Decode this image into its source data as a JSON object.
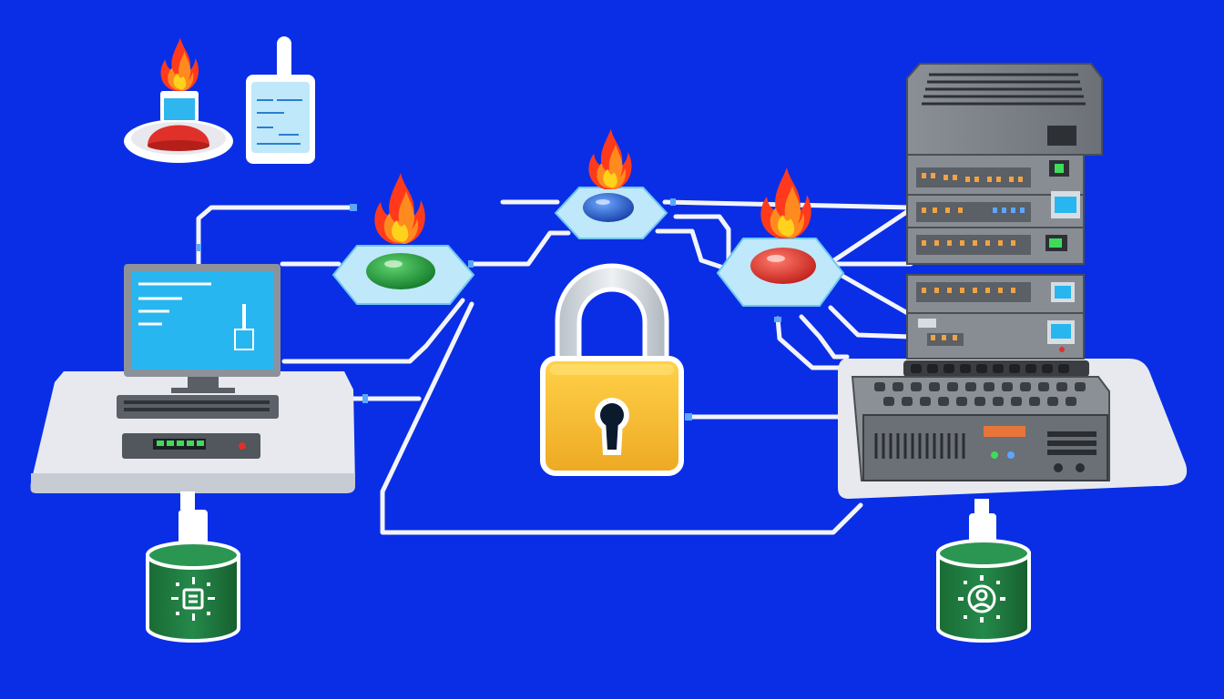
{
  "diagram": {
    "background_color": "#0a2ee6",
    "cable_color": "#f2f4fa",
    "flame_colors": [
      "#ff2a1a",
      "#ff6a1a",
      "#ffc21a"
    ],
    "colors": {
      "lock_body": "#f4b731",
      "lock_shackle": "#cfd6dc",
      "platform": "#e7e9ee",
      "monitor_screen": "#27b6f0",
      "database": "#1f7a3d",
      "server": "#7b7f86",
      "node_base": "#bfe8fa",
      "node_green": "#1f9b3a",
      "node_blue": "#1c56c8",
      "node_red": "#e0332b"
    },
    "icons": {
      "lock": "padlock-icon",
      "flame": "fire-icon",
      "database": "database-icon",
      "workstation": "computer-icon",
      "server": "server-rack-icon"
    },
    "nodes": [
      {
        "kind": "firewall-node",
        "color": "green"
      },
      {
        "kind": "firewall-node",
        "color": "blue"
      },
      {
        "kind": "firewall-node",
        "color": "red"
      }
    ],
    "databases": [
      {
        "side": "left",
        "symbol": "document"
      },
      {
        "side": "right",
        "symbol": "gear-person"
      }
    ]
  }
}
